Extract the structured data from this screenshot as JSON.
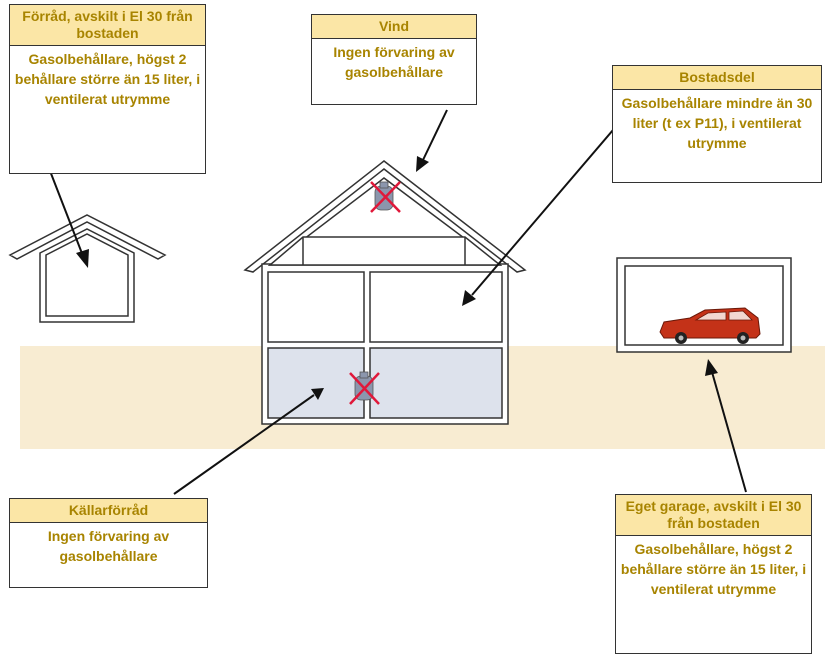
{
  "boxes": {
    "forrad": {
      "title": "Förråd, avskilt i El 30 från bostaden",
      "text": "Gasolbehållare, högst 2 behållare större än 15 liter, i ventilerat utrymme"
    },
    "vind": {
      "title": "Vind",
      "text": "Ingen förvaring av gasolbehållare"
    },
    "bostadsdel": {
      "title": "Bostadsdel",
      "text": "Gasolbehållare mindre än 30 liter (t ex P11), i ventilerat utrymme"
    },
    "kallarforrad": {
      "title": "Källarförråd",
      "text": "Ingen förvaring av gasolbehållare"
    },
    "garage": {
      "title": "Eget garage, avskilt i El 30 från bostaden",
      "text": "Gasolbehållare, högst 2 behållare större än 15 liter, i ventilerat utrymme"
    }
  },
  "colors": {
    "header_bg": "#fbe6a6",
    "label_text": "#a88400",
    "ground": "#f8ecd2",
    "basement": "#dde2ec",
    "forbidden": "#e0183a",
    "car": "#c43218"
  }
}
